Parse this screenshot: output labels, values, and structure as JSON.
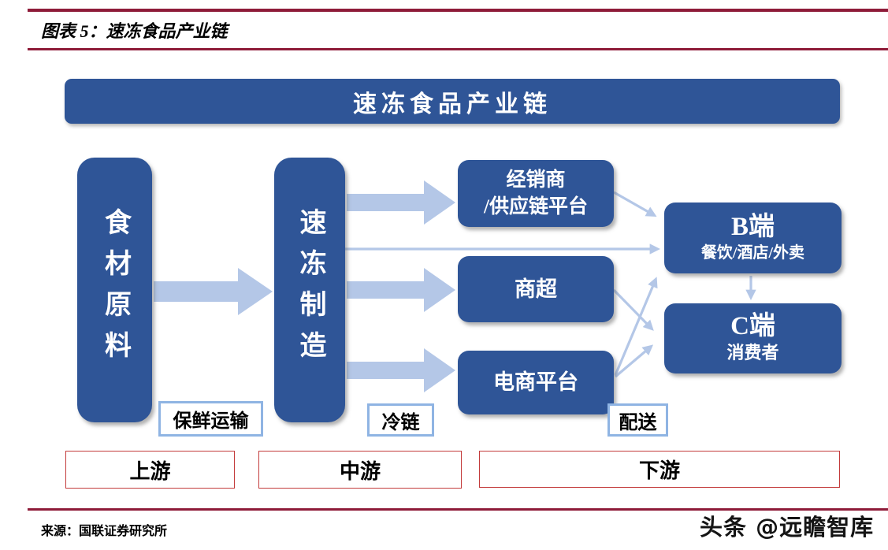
{
  "figure": {
    "caption": "图表 5：速冻食品产业链",
    "source": "来源：国联证券研究所",
    "watermark": "头条 @远瞻智库"
  },
  "diagram": {
    "header": "速冻食品产业链",
    "nodes": {
      "raw_material": "食材原料",
      "manufacture": "速冻制造",
      "distributor_line1": "经销商",
      "distributor_line2": "/供应链平台",
      "supermarket": "商超",
      "ecommerce": "电商平台",
      "b_side_title": "B端",
      "b_side_sub": "餐饮/酒店/外卖",
      "c_side_title": "C端",
      "c_side_sub": "消费者"
    },
    "edge_labels": {
      "fresh_transport": "保鲜运输",
      "cold_chain": "冷链",
      "delivery": "配送"
    },
    "stages": [
      "上游",
      "中游",
      "下游"
    ],
    "colors": {
      "node_blue": "#2F5597",
      "arrow_light_blue": "#B4C7E7",
      "label_border_blue": "#8FB4E3",
      "stage_border_red": "#C33B3B",
      "rule_maroon": "#8E1B39"
    }
  }
}
